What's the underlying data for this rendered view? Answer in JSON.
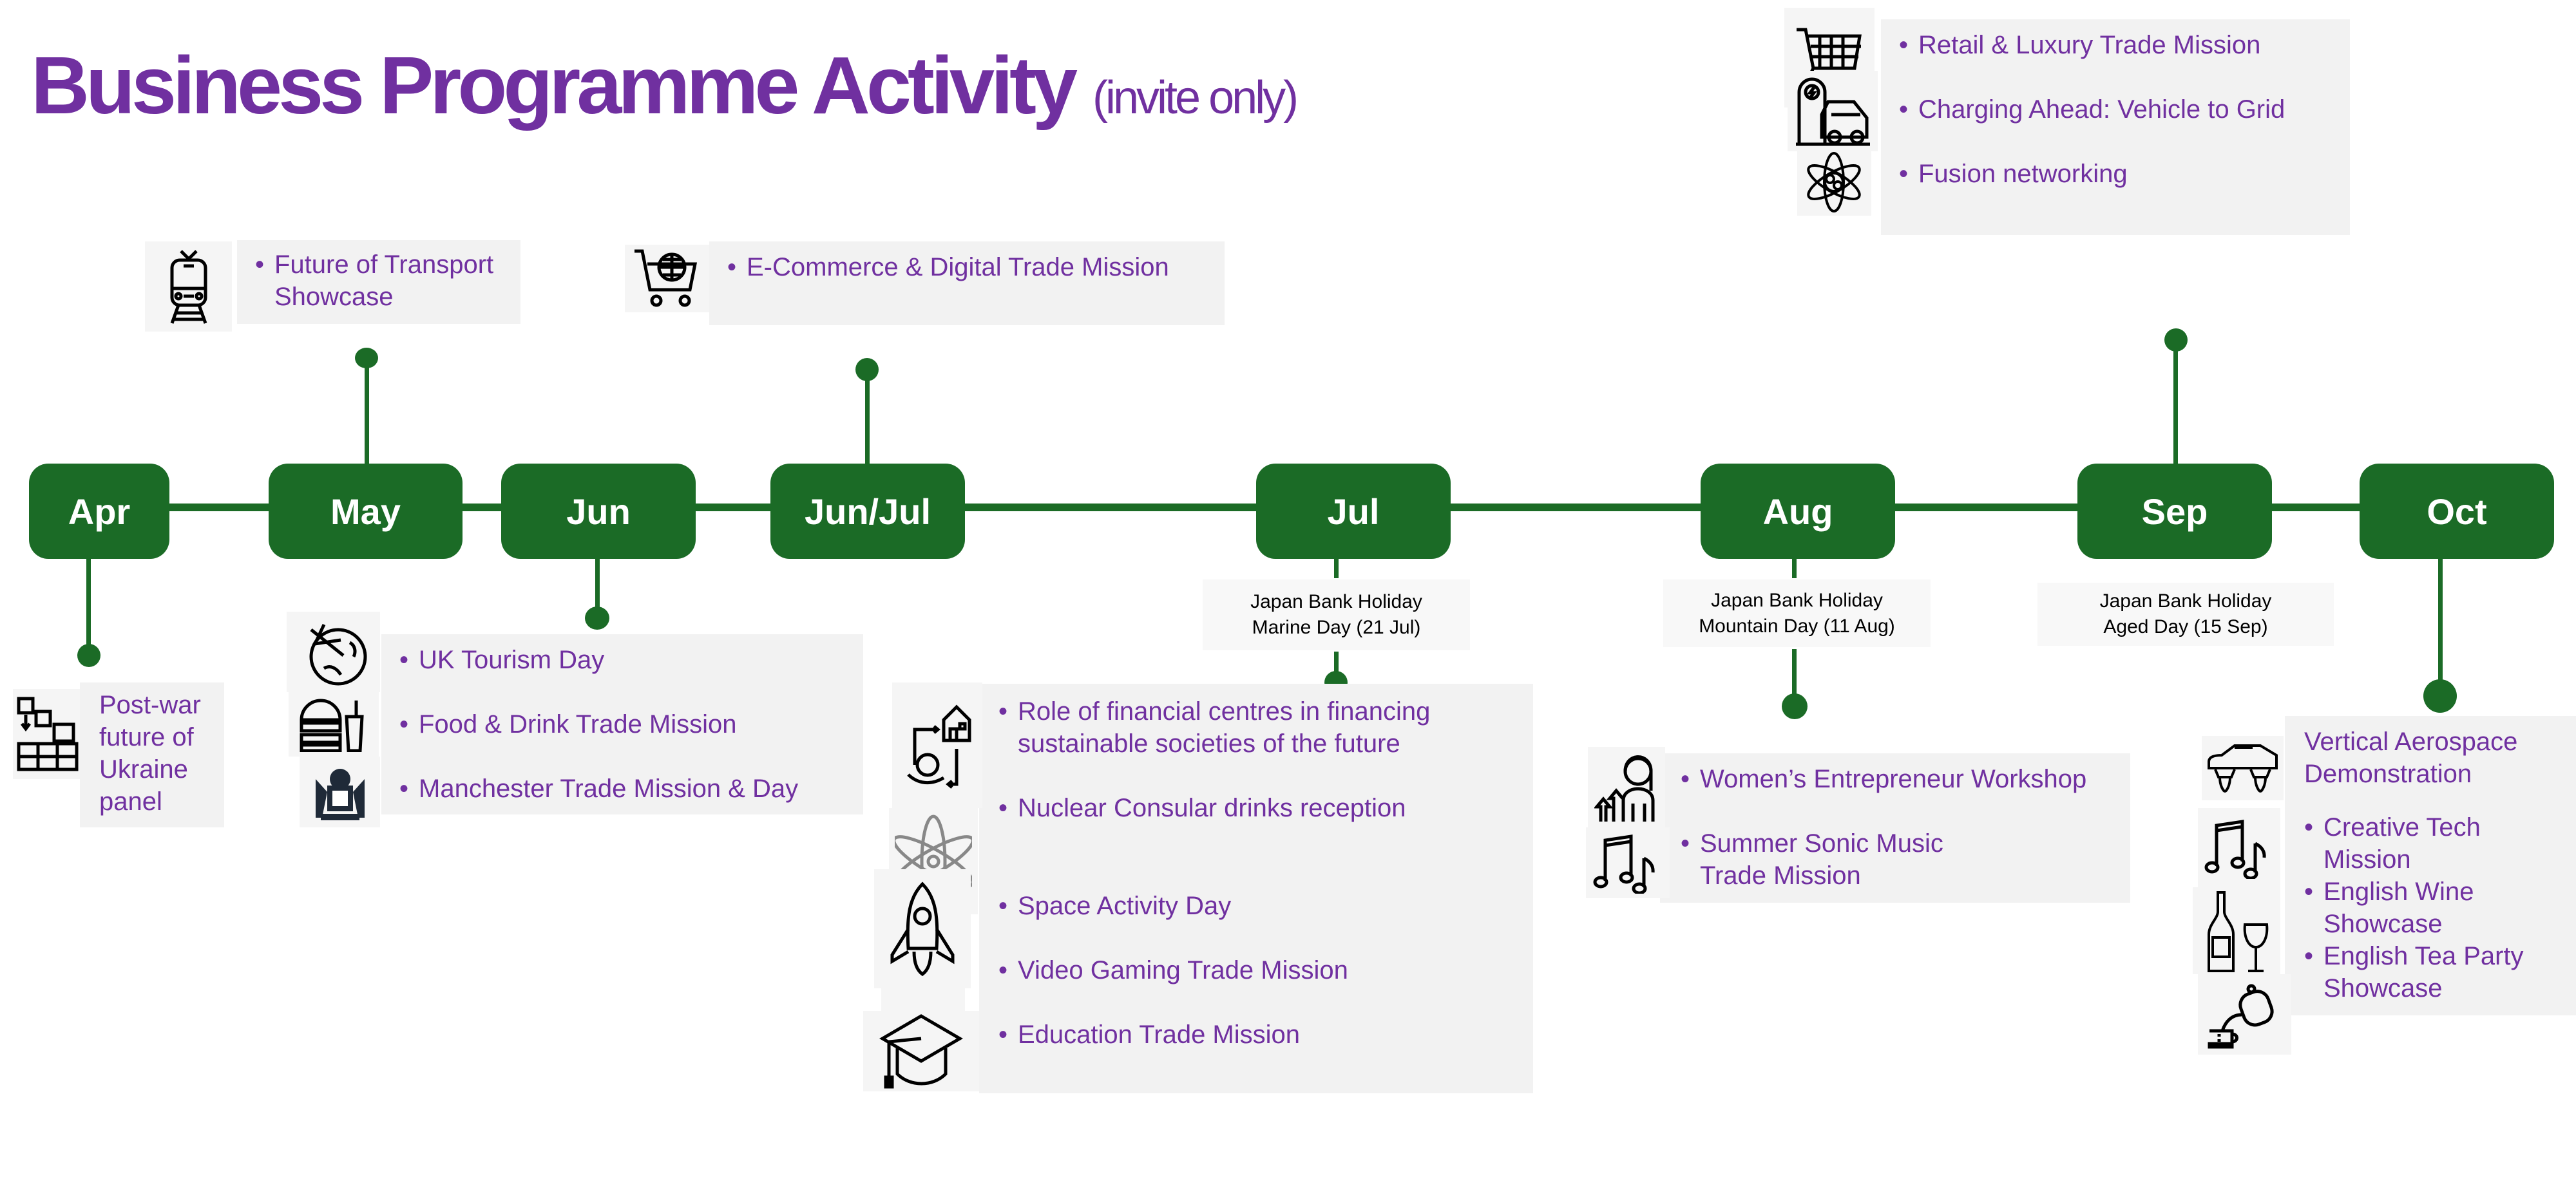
{
  "title": {
    "main": "Business Programme Activity",
    "sub": "(invite only)"
  },
  "colors": {
    "green": "#1b6b26",
    "purple": "#7030a0",
    "panel": "#f2f2f2"
  },
  "months": [
    "Apr",
    "May",
    "Jun",
    "Jun/Jul",
    "Jul",
    "Aug",
    "Sep",
    "Oct"
  ],
  "holidays": [
    {
      "line1": "Japan Bank Holiday",
      "line2": "Marine Day (21 Jul)"
    },
    {
      "line1": "Japan Bank Holiday",
      "line2": "Mountain Day (11 Aug)"
    },
    {
      "line1": "Japan Bank Holiday",
      "line2": "Aged Day (15 Sep)"
    }
  ],
  "events": {
    "apr": [
      {
        "label": "Post-war future of Ukraine panel",
        "icon": "ukraine-blocks-icon"
      }
    ],
    "may": [
      {
        "label": "Future of Transport Showcase",
        "icon": "train-icon"
      }
    ],
    "jun": [
      {
        "label": "UK Tourism Day",
        "icon": "globe-plane-icon"
      },
      {
        "label": "Food & Drink Trade Mission",
        "icon": "burger-drink-icon"
      },
      {
        "label": "Manchester Trade Mission & Day",
        "icon": "manchester-crest-icon"
      }
    ],
    "junjul": [
      {
        "label": "E-Commerce & Digital Trade Mission",
        "icon": "cart-globe-icon"
      }
    ],
    "jul": [
      {
        "label": "Role of financial centres in financing sustainable societies of the future",
        "icon": "finance-house-icon"
      },
      {
        "label": "Nuclear Consular drinks reception",
        "icon": "atom-icon"
      },
      {
        "label": "Space Activity Day",
        "icon": "rocket-icon"
      },
      {
        "label": "Video Gaming Trade Mission",
        "icon": "gamepad-icon"
      },
      {
        "label": "Education Trade Mission",
        "icon": "graduation-cap-icon"
      }
    ],
    "aug": [
      {
        "label": "Women’s Entrepreneur Workshop",
        "icon": "woman-growth-icon"
      },
      {
        "label": "Summer Sonic Music Trade Mission",
        "icon": "music-notes-icon"
      }
    ],
    "sep": [
      {
        "label": "Retail & Luxury Trade Mission",
        "icon": "shopping-cart-icon"
      },
      {
        "label": "Charging Ahead: Vehicle to Grid",
        "icon": "ev-charging-icon"
      },
      {
        "label": "Fusion networking",
        "icon": "fusion-atom-icon"
      }
    ],
    "oct": [
      {
        "label": "Vertical Aerospace Demonstration",
        "icon": "flying-car-icon"
      },
      {
        "label": "Creative Tech Mission",
        "icon": "music-notes-icon"
      },
      {
        "label": "English Wine Showcase",
        "icon": "wine-icon"
      },
      {
        "label": "English Tea Party Showcase",
        "icon": "teapot-icon"
      }
    ]
  }
}
